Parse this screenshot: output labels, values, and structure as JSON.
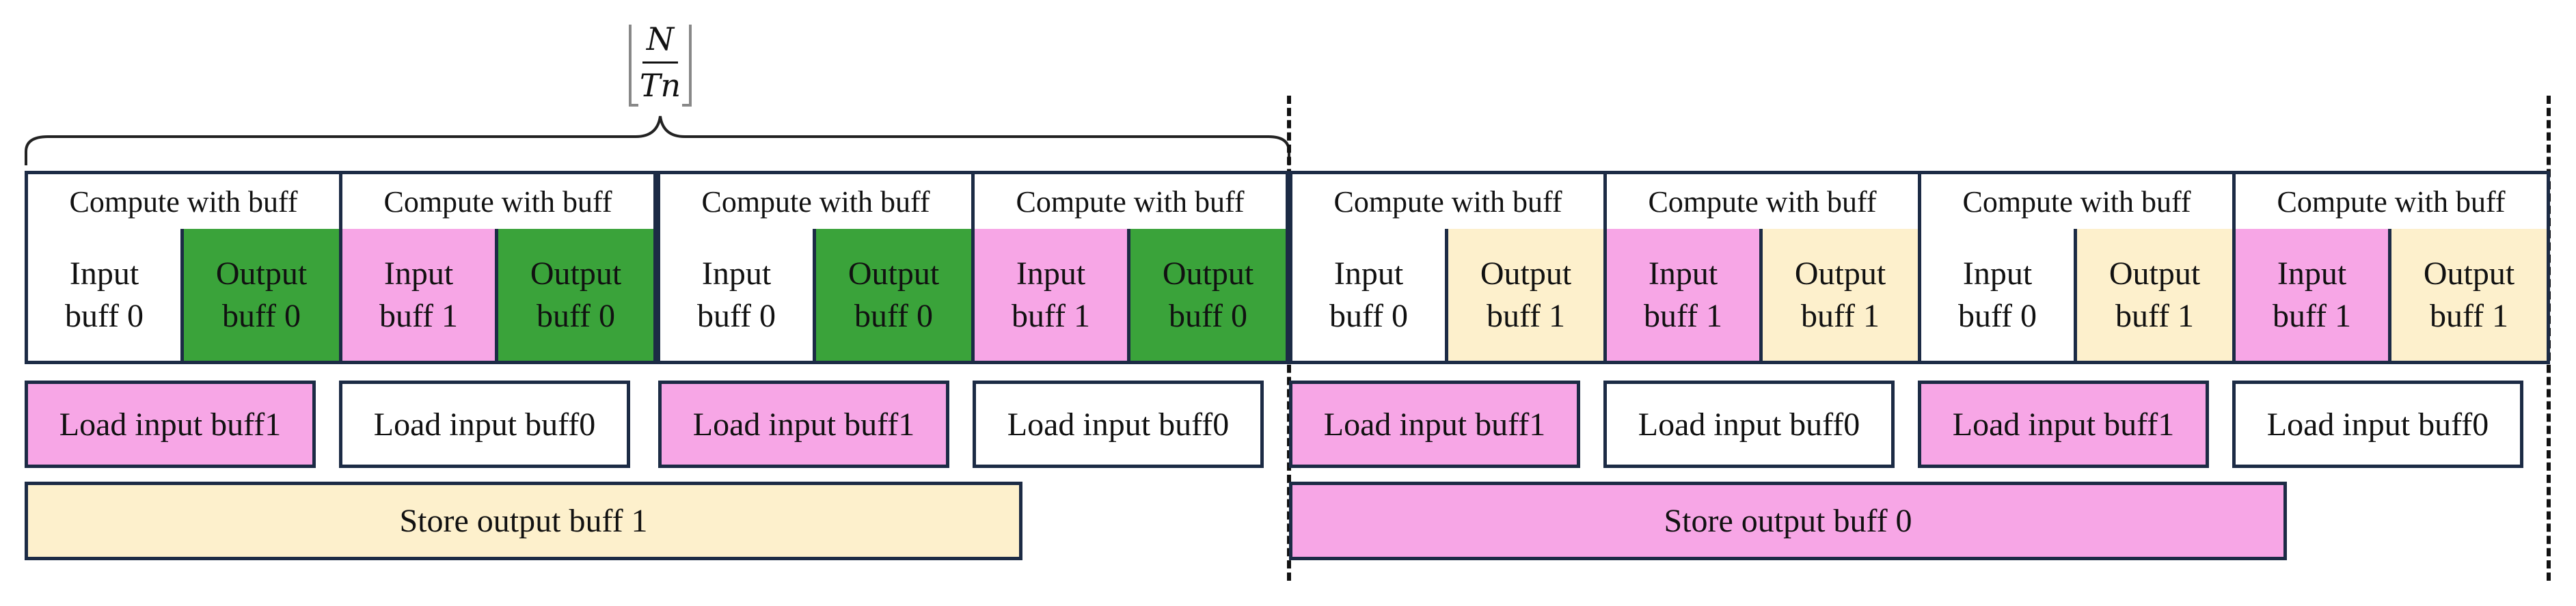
{
  "brace_label": {
    "numerator": "N",
    "denominator": "Tn"
  },
  "compute_header": "Compute with buff",
  "colors": {
    "white": "#ffffff",
    "green": "#3aa33a",
    "pink": "#f7a6e6",
    "cream": "#fdf0cc",
    "border": "#1c2b45"
  },
  "compute_blocks": [
    {
      "header": "Compute with buff",
      "input": "Input buff 0",
      "input_color": "white",
      "output": "Output buff 0",
      "output_color": "green"
    },
    {
      "header": "Compute with buff",
      "input": "Input buff 1",
      "input_color": "pink",
      "output": "Output buff 0",
      "output_color": "green"
    },
    {
      "header": "Compute with buff",
      "input": "Input buff 0",
      "input_color": "white",
      "output": "Output buff 0",
      "output_color": "green"
    },
    {
      "header": "Compute with buff",
      "input": "Input buff 1",
      "input_color": "pink",
      "output": "Output buff 0",
      "output_color": "green"
    },
    {
      "header": "Compute with buff",
      "input": "Input buff 0",
      "input_color": "white",
      "output": "Output buff 1",
      "output_color": "cream"
    },
    {
      "header": "Compute with buff",
      "input": "Input buff 1",
      "input_color": "pink",
      "output": "Output buff 1",
      "output_color": "cream"
    },
    {
      "header": "Compute with buff",
      "input": "Input buff 0",
      "input_color": "white",
      "output": "Output buff 1",
      "output_color": "cream"
    },
    {
      "header": "Compute with buff",
      "input": "Input buff 1",
      "input_color": "pink",
      "output": "Output buff 1",
      "output_color": "cream"
    }
  ],
  "load_blocks": [
    {
      "label": "Load input buff1",
      "color": "pink"
    },
    {
      "label": "Load input buff0",
      "color": "white"
    },
    {
      "label": "Load input buff1",
      "color": "pink"
    },
    {
      "label": "Load input buff0",
      "color": "white"
    },
    {
      "label": "Load input buff1",
      "color": "pink"
    },
    {
      "label": "Load input buff0",
      "color": "white"
    },
    {
      "label": "Load input buff1",
      "color": "pink"
    },
    {
      "label": "Load input buff0",
      "color": "white"
    }
  ],
  "store_blocks": [
    {
      "label": "Store output buff 1",
      "color": "cream"
    },
    {
      "label": "Store output buff 0",
      "color": "pink"
    }
  ]
}
